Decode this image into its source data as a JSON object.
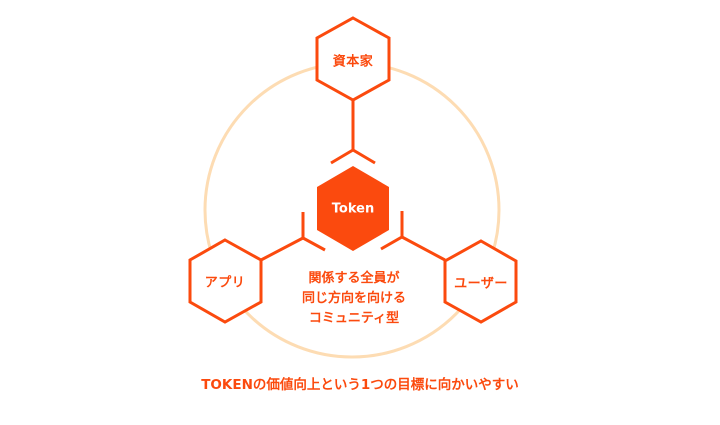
{
  "diagram": {
    "colors": {
      "accent": "#fb4a0e",
      "ring": "#fddcb3",
      "background": "#ffffff",
      "center_text": "#ffffff"
    },
    "center_node": {
      "label": "Token",
      "icon": "hexagon-filled"
    },
    "nodes": [
      {
        "id": "investor",
        "label": "資本家",
        "position": "top",
        "icon": "hexagon-outline"
      },
      {
        "id": "app",
        "label": "アプリ",
        "position": "bottom-left",
        "icon": "hexagon-outline"
      },
      {
        "id": "user",
        "label": "ユーザー",
        "position": "bottom-right",
        "icon": "hexagon-outline"
      }
    ],
    "description_lines": [
      "関係する全員が",
      "同じ方向を向ける",
      "コミュニティ型"
    ],
    "caption": "TOKENの価値向上という1つの目標に向かいやすい"
  }
}
